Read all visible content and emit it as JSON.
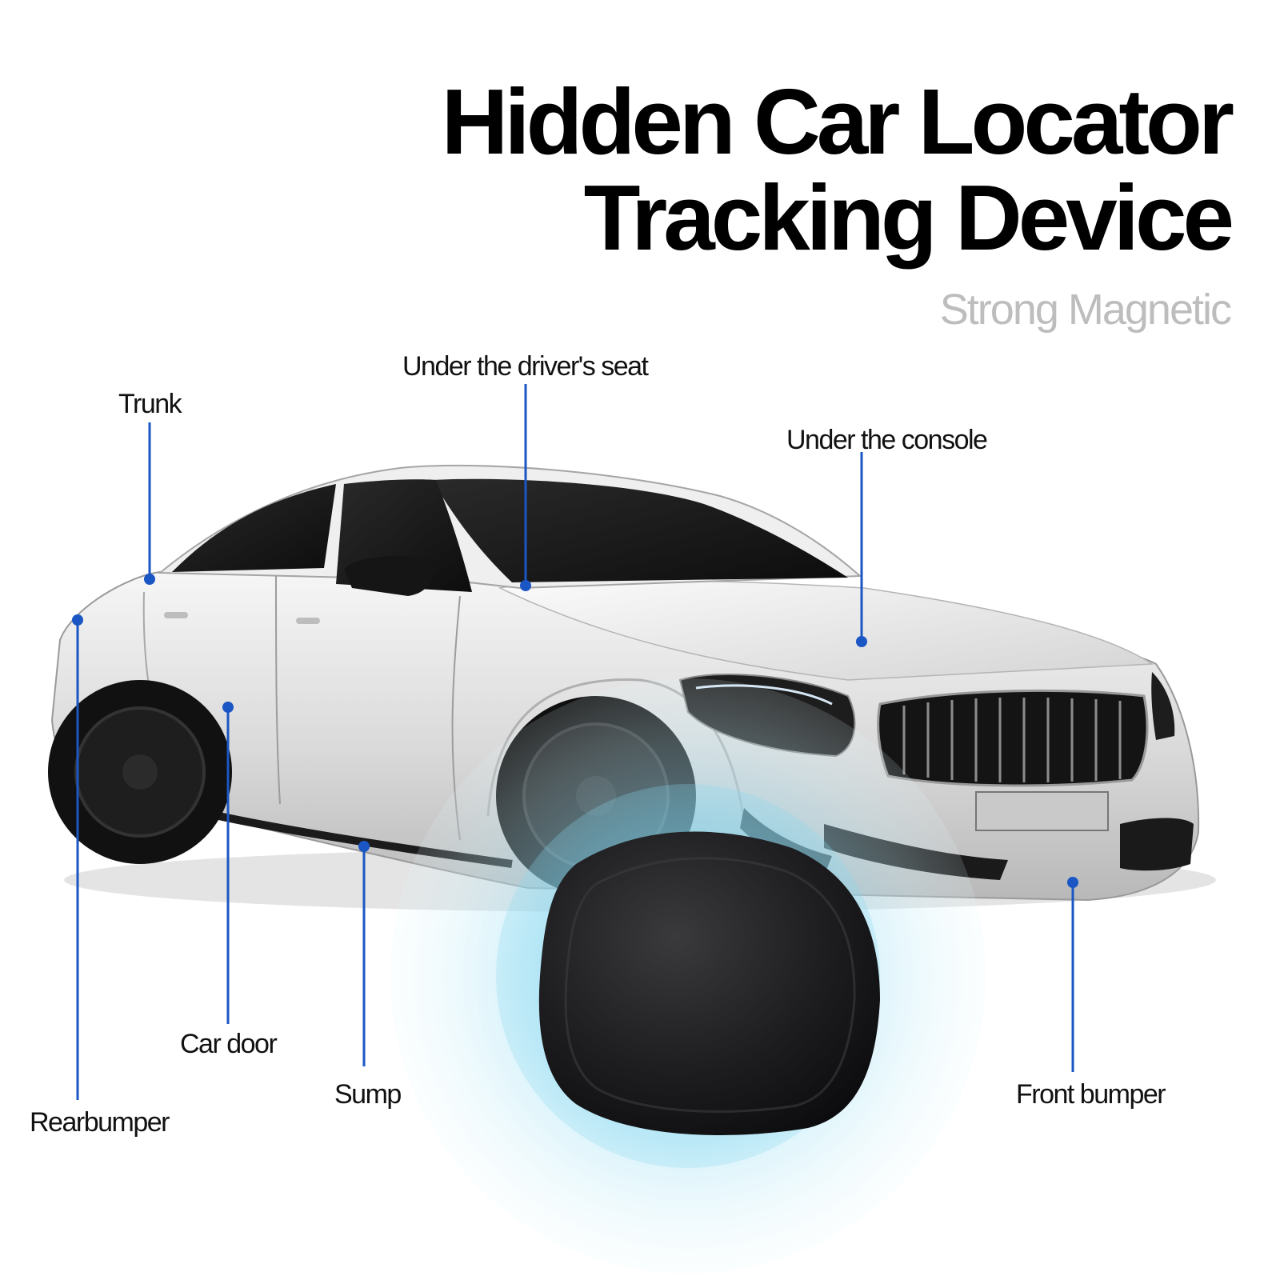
{
  "header": {
    "title_line1": "Hidden Car Locator",
    "title_line2": "Tracking Device",
    "subtitle": "Strong Magnetic"
  },
  "locations": {
    "trunk": "Trunk",
    "drivers_seat": "Under the driver's seat",
    "console": "Under the console",
    "rear_bumper": "Rearbumper",
    "car_door": "Car door",
    "sump": "Sump",
    "front_bumper": "Front bumper"
  },
  "colors": {
    "title": "#000000",
    "subtitle": "#bdbdbd",
    "label": "#111111",
    "callout_blue": "#1a56c4",
    "glow": "#7fd6f0",
    "device": "#1c1c1e",
    "car_body": "#dcdcdc"
  },
  "illustration": {
    "car": "white-sedan-three-quarter-view",
    "device": "black-rounded-square-tracker"
  }
}
